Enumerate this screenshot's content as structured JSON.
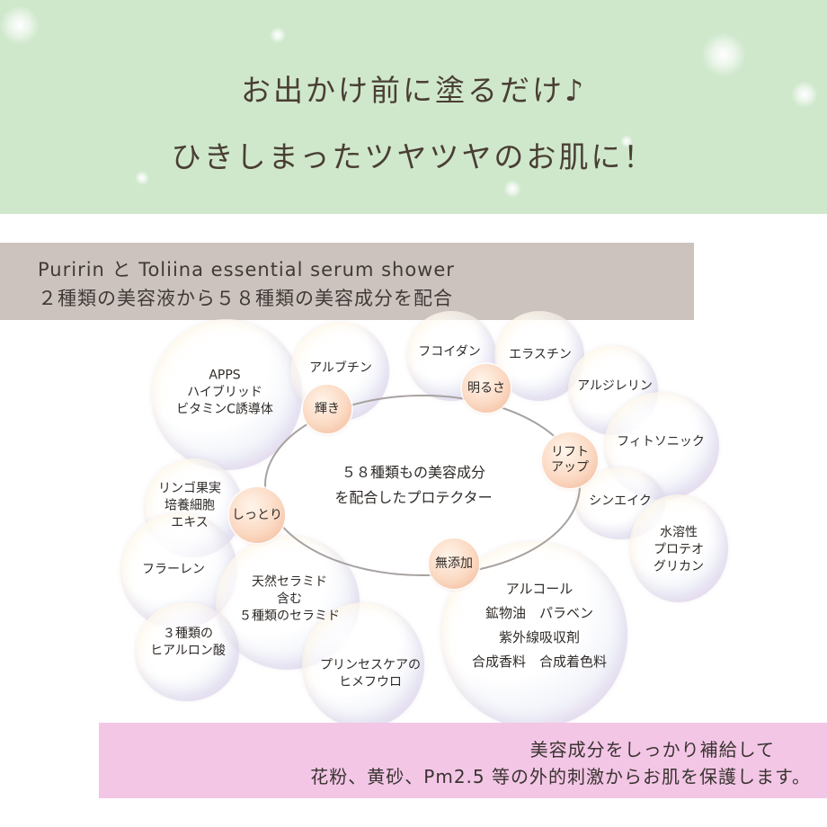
{
  "header": {
    "line1": "お出かけ前に塗るだけ♪",
    "line2": "ひきしまったツヤツヤのお肌に！"
  },
  "band": {
    "line1": "Puririn と Toliina essential serum shower",
    "line2": "２種類の美容液から５８種類の美容成分を配合"
  },
  "center": {
    "line1": "５８種類もの美容成分",
    "line2": "を配合したプロテクター"
  },
  "categories": {
    "kagayaki": "輝き",
    "akarusa": "明るさ",
    "lift": "リフト\nアップ",
    "mutenka": "無添加",
    "shittori": "しっとり"
  },
  "ingredients": {
    "apps": "APPS\nハイブリッド\nビタミンC誘導体",
    "arbutin": "アルブチン",
    "fucoidan": "フコイダン",
    "elastin": "エラスチン",
    "argireline": "アルジレリン",
    "phytosonic": "フィトソニック",
    "synake": "シンエイク",
    "proteoglycan": "水溶性\nプロテオ\nグリカン",
    "apple": "リンゴ果実\n培養細胞\nエキス",
    "fullerene": "フラーレン",
    "ceramide": "天然セラミド\n含む\n５種類のセラミド",
    "hyaluronic": "３種類の\nヒアルロン酸",
    "himefuro": "プリンセスケアの\nヒメフウロ",
    "additives": "アルコール\n鉱物油　パラベン\n紫外線吸収剤\n合成香料　合成着色料"
  },
  "footer": {
    "line1": "美容成分をしっかり補給して",
    "line2": "花粉、黄砂、Pm2.5 等の外的刺激からお肌を保護します。"
  },
  "colors": {
    "header_bg": "#cfe8cc",
    "band_bg": "#cdc3be",
    "footer_bg": "#f3c6e6",
    "node_fill": "#fbd9c2"
  }
}
